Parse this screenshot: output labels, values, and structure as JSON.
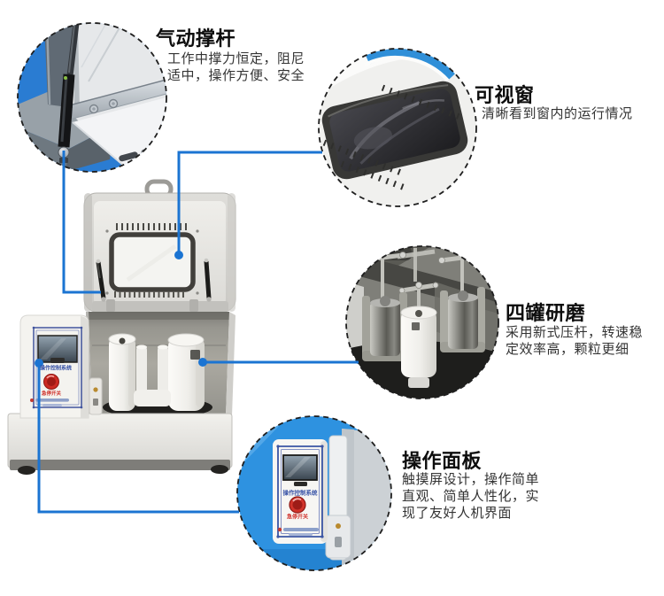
{
  "colors": {
    "accent": "#1b74d2",
    "photo_blue": "#2e93e2"
  },
  "callouts": [
    {
      "id": "pneumatic-strut",
      "title": "气动撑杆",
      "desc": "工作中撑力恒定，阻尼适中，操作方便、安全"
    },
    {
      "id": "viewing-window",
      "title": "可视窗",
      "desc": "清晰看到窗内的运行情况"
    },
    {
      "id": "four-jar-grinding",
      "title": "四罐研磨",
      "desc": "采用新式压杆，转速稳定效率高，颗粒更细"
    },
    {
      "id": "control-panel",
      "title": "操作面板",
      "desc": "触摸屏设计，操作简单直观、简单人性化，实现了友好人机界面"
    }
  ],
  "panel": {
    "label": "操作控制系统",
    "emergency_label": "急停开关"
  }
}
